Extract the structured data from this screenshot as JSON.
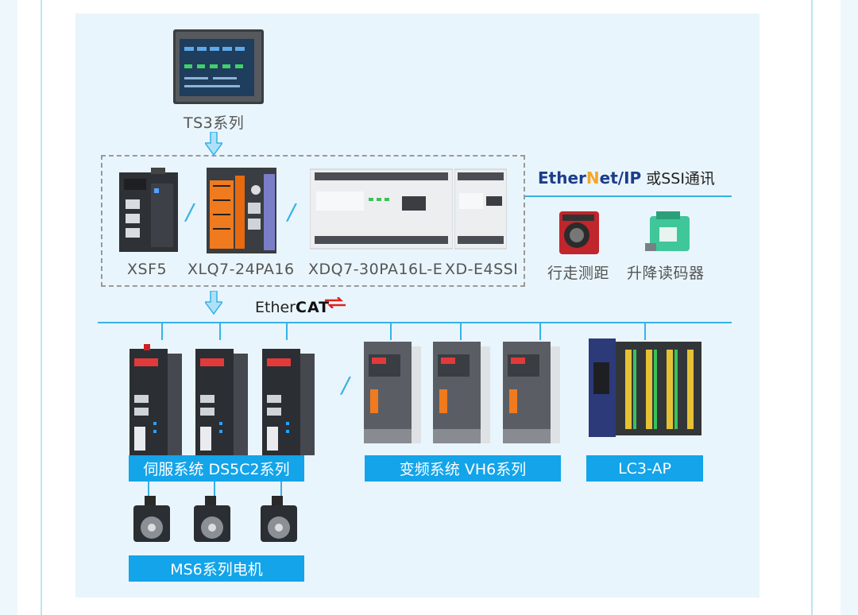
{
  "hmi": {
    "label": "TS3系列"
  },
  "controllers": [
    {
      "label": "XSF5"
    },
    {
      "label": "XLQ7-24PA16"
    },
    {
      "label": "XDQ7-30PA16L-E"
    },
    {
      "label": "XD-E4SSI"
    }
  ],
  "protocols": {
    "ethernet_ip_prefix": "Ether",
    "ethernet_ip_n": "N",
    "ethernet_ip_suffix": "et/IP",
    "ethernet_ip_note": " 或SSI通讯",
    "ethercat_prefix": "Ether",
    "ethercat_bold": "CAT"
  },
  "sensors": [
    {
      "label": "行走测距"
    },
    {
      "label": "升降读码器"
    }
  ],
  "groups": {
    "servo": "伺服系统 DS5C2系列",
    "vfd": "变频系统 VH6系列",
    "lc3": "LC3-AP",
    "motor": "MS6系列电机"
  },
  "separator": "/",
  "colors": {
    "accent": "#13a4ea",
    "bus": "#35b2e8",
    "panel": "#e9f5fc"
  }
}
